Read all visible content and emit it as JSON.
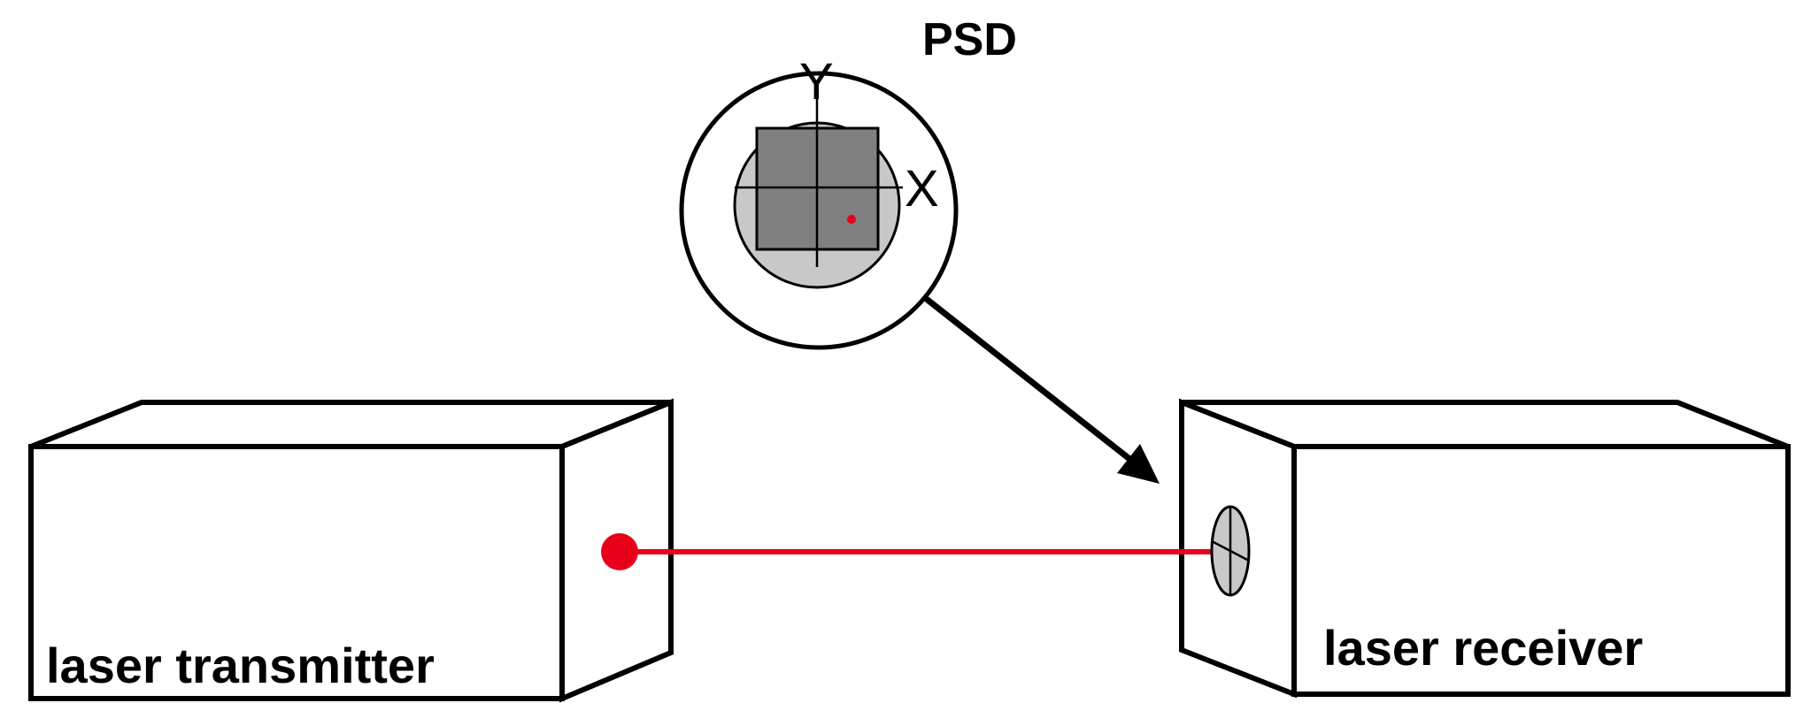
{
  "labels": {
    "psd": "PSD",
    "axis_x": "X",
    "axis_y": "Y",
    "transmitter": "laser transmitter",
    "receiver": "laser receiver"
  },
  "colors": {
    "laser": "#e8001a",
    "sensor_outer": "#c8c8c8",
    "sensor_inner": "#808080",
    "stroke": "#000000",
    "fill": "#ffffff"
  }
}
